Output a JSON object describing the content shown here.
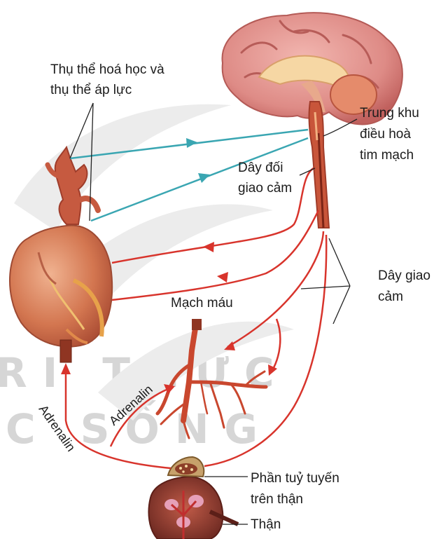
{
  "watermark": {
    "line1": "RI THỨC",
    "line2": "C SỐNG"
  },
  "labels": {
    "receptors_line1": "Thụ thể hoá học và",
    "receptors_line2": "thụ thể áp lực",
    "center_line1": "Trung khu",
    "center_line2": "điều hoà",
    "center_line3": "tim mạch",
    "parasympathetic_line1": "Dây đối",
    "parasympathetic_line2": "giao cảm",
    "sympathetic_line1": "Dây giao",
    "sympathetic_line2": "cảm",
    "blood_vessel": "Mạch máu",
    "adrenalin_heart": "Adrenalin",
    "adrenalin_vessel": "Adrenalin",
    "medulla_line1": "Phần tuỷ tuyến",
    "medulla_line2": "trên thận",
    "kidney": "Thận"
  },
  "colors": {
    "nerve_red": "#d8342c",
    "sensory_teal": "#3aa6b2",
    "brain_pink": "#e0908f",
    "heart": "#cf6a4a",
    "artery": "#c9472e",
    "kidney": "#8e3b2e"
  }
}
